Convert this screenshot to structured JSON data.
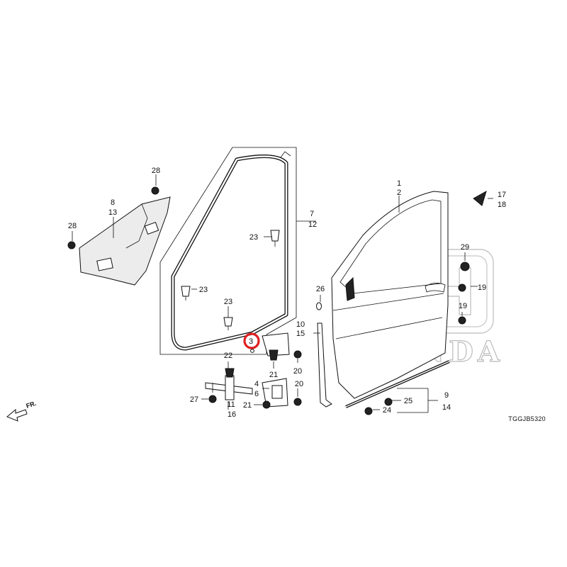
{
  "diagram": {
    "figure_code": "TGGJB5320",
    "front_indicator": "FR.",
    "watermark_text": "HONDA",
    "highlight_color": "#e02020",
    "highlighted_label": "3",
    "labels": {
      "l1": "1",
      "l2": "2",
      "l3": "3",
      "l4": "4",
      "l6": "6",
      "l7": "7",
      "l12": "12",
      "l8": "8",
      "l13": "13",
      "l9": "9",
      "l14": "14",
      "l10": "10",
      "l15": "15",
      "l11": "11",
      "l16": "16",
      "l17": "17",
      "l18": "18",
      "l19a": "19",
      "l19b": "19",
      "l20a": "20",
      "l20b": "20",
      "l21a": "21",
      "l21b": "21",
      "l22": "22",
      "l23a": "23",
      "l23b": "23",
      "l23c": "23",
      "l24": "24",
      "l25": "25",
      "l26": "26",
      "l27": "27",
      "l28a": "28",
      "l28b": "28",
      "l29": "29"
    }
  }
}
